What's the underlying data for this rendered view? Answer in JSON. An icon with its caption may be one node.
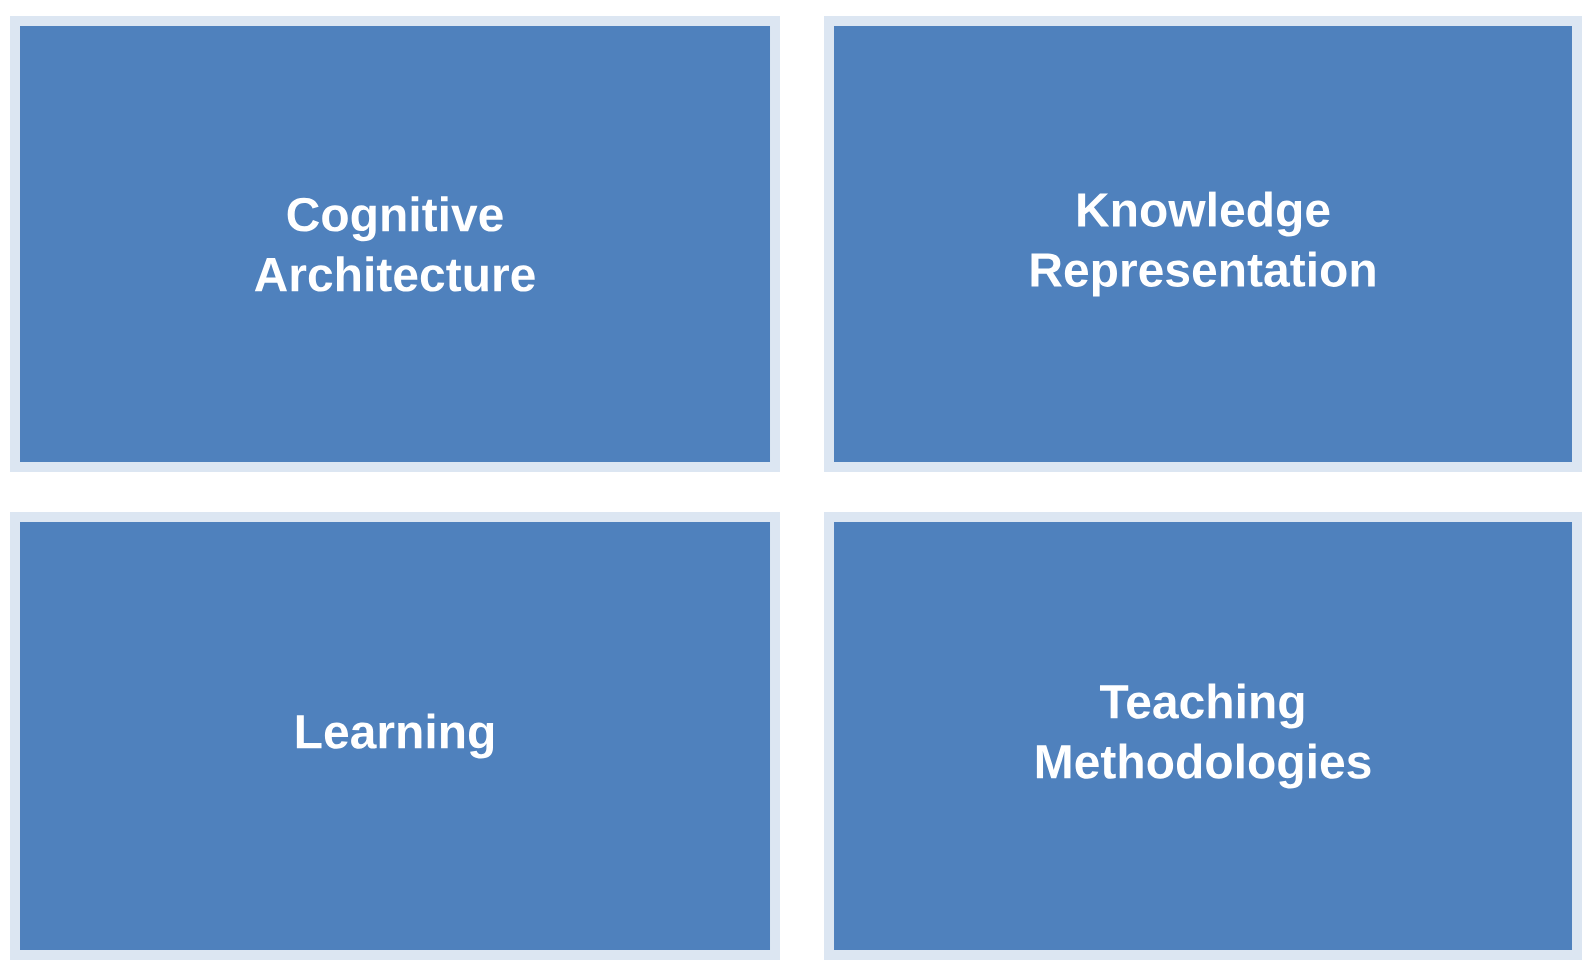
{
  "diagram": {
    "nodes": [
      {
        "text": [
          "Cognitive Architecture"
        ]
      },
      {
        "text": [
          "Knowledge Representation"
        ]
      },
      {
        "text": [
          "Learning"
        ]
      },
      {
        "text": [
          "Teaching Methodologies"
        ]
      }
    ]
  }
}
